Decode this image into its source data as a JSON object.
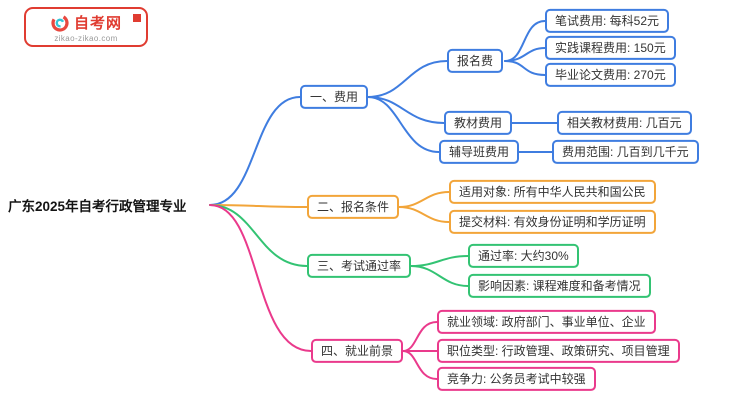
{
  "logo": {
    "title": "自考网",
    "subtitle": "zikao-zikao.com",
    "brand_color": "#e03c31"
  },
  "mindmap": {
    "root": {
      "label": "广东2025年自考行政管理专业"
    },
    "branches": [
      {
        "label": "一、费用",
        "color": "#3f7de0",
        "nodes": [
          {
            "label": "报名费",
            "leaves": [
              "笔试费用: 每科52元",
              "实践课程费用: 150元",
              "毕业论文费用: 270元"
            ]
          },
          {
            "label": "教材费用",
            "leaves": [
              "相关教材费用: 几百元"
            ]
          },
          {
            "label": "辅导班费用",
            "leaves": [
              "费用范围: 几百到几千元"
            ]
          }
        ]
      },
      {
        "label": "二、报名条件",
        "color": "#f2a53a",
        "leaves": [
          "适用对象: 所有中华人民共和国公民",
          "提交材料: 有效身份证明和学历证明"
        ]
      },
      {
        "label": "三、考试通过率",
        "color": "#33c373",
        "leaves": [
          "通过率: 大约30%",
          "影响因素: 课程难度和备考情况"
        ]
      },
      {
        "label": "四、就业前景",
        "color": "#ea3a8c",
        "leaves": [
          "就业领域: 政府部门、事业单位、企业",
          "职位类型: 行政管理、政策研究、项目管理",
          "竞争力: 公务员考试中较强"
        ]
      }
    ]
  }
}
